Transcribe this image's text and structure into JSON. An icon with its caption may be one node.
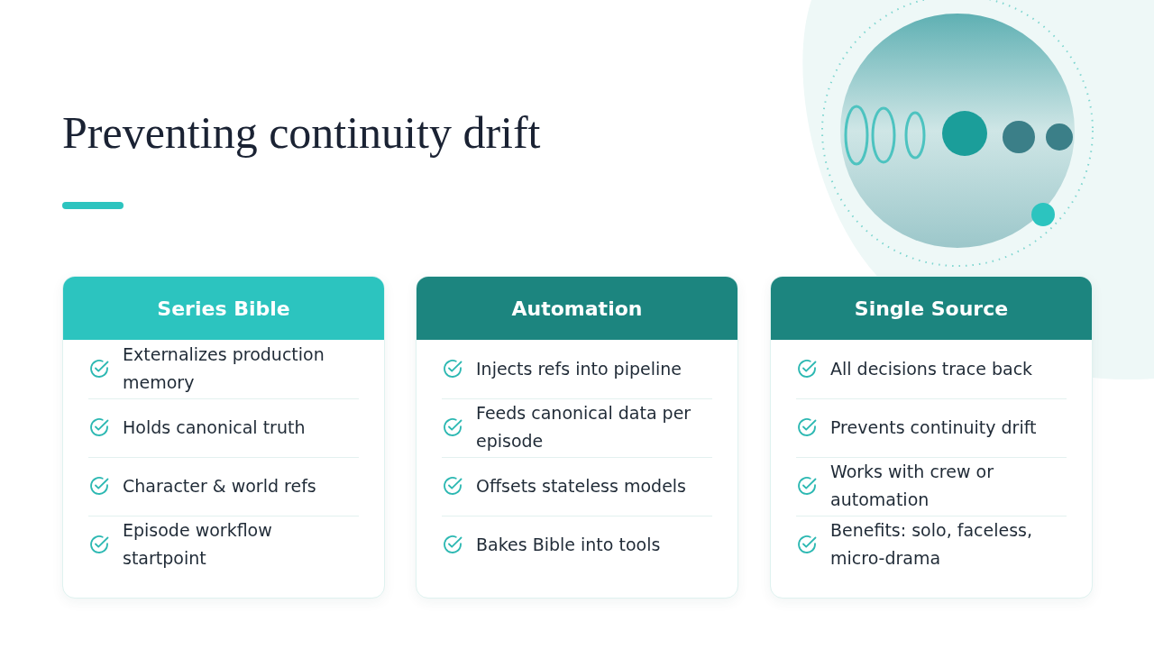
{
  "diagram": {
    "title": "Preventing continuity drift",
    "nodes": [
      {
        "text": [
          "Series Bible",
          "Externalizes production memory",
          "Holds canonical truth",
          "Character & world refs",
          "Episode workflow startpoint"
        ]
      },
      {
        "text": [
          "Automation",
          "Injects refs into pipeline",
          "Feeds canonical data per episode",
          "Offsets stateless models",
          "Bakes Bible into tools"
        ]
      },
      {
        "text": [
          "Single Source",
          "All decisions trace back",
          "Prevents continuity drift",
          "Works with crew or automation",
          "Benefits: solo, faceless, micro-drama"
        ]
      }
    ]
  }
}
